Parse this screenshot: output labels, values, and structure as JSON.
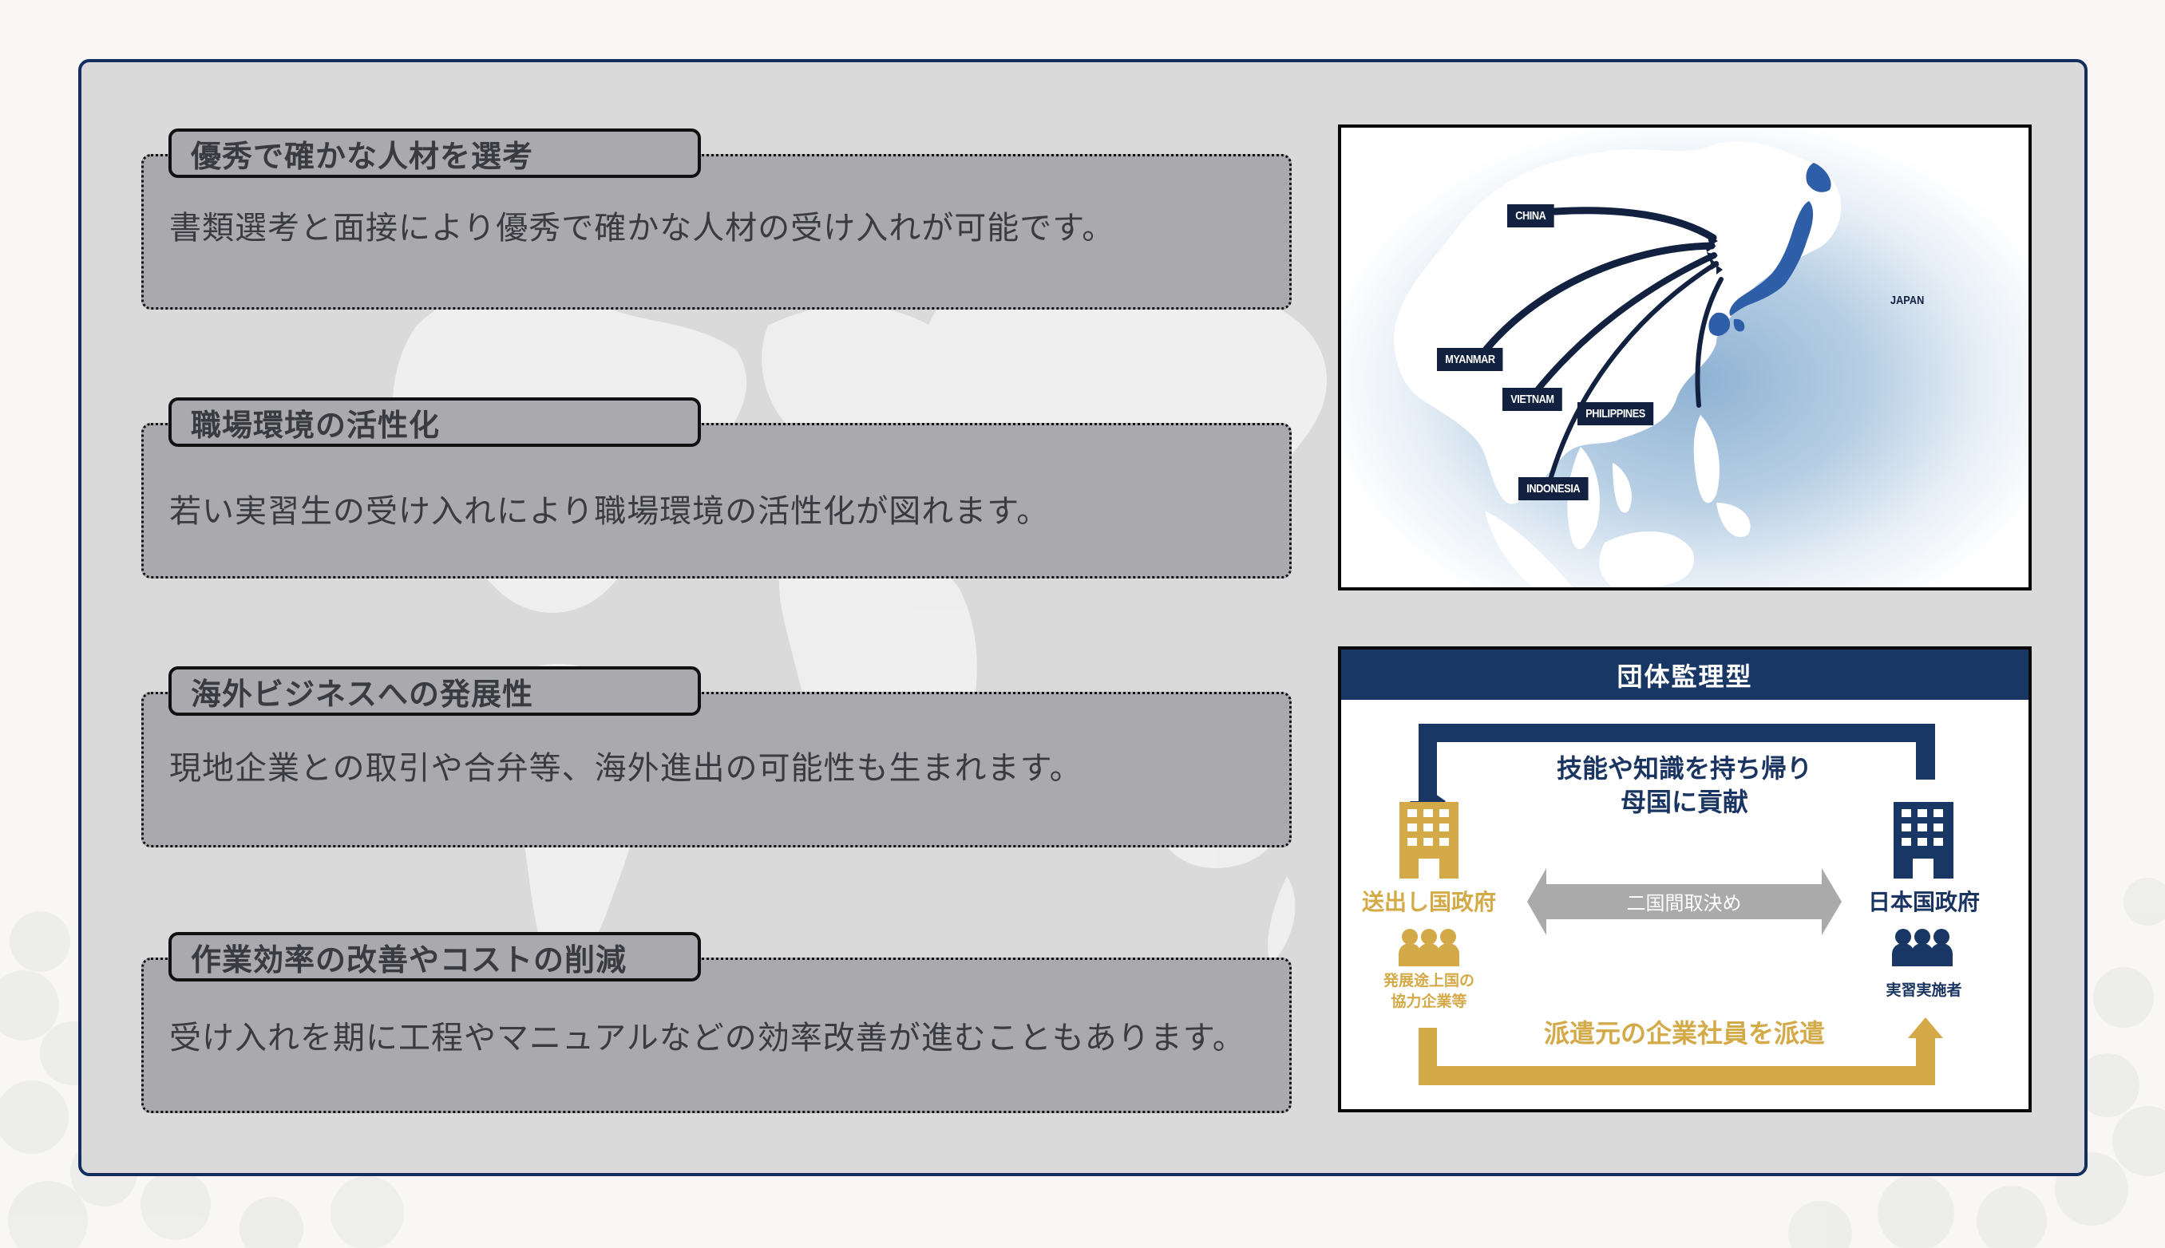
{
  "features": [
    {
      "title": "優秀で確かな人材を選考",
      "description": "書類選考と面接により優秀で確かな人材の受け入れが可能です。"
    },
    {
      "title": "職場環境の活性化",
      "description": "若い実習生の受け入れにより職場環境の活性化が図れます。"
    },
    {
      "title": "海外ビジネスへの発展性",
      "description": "現地企業との取引や合弁等、海外進出の可能性も生まれます。"
    },
    {
      "title": "作業効率の改善やコストの削減",
      "description": "受け入れを期に工程やマニュアルなどの効率改善が進むこともあります。"
    }
  ],
  "map": {
    "destination": "JAPAN",
    "origins": [
      "CHINA",
      "MYANMAR",
      "VIETNAM",
      "PHILIPPINES",
      "INDONESIA"
    ],
    "colors": {
      "japan": "#2f5ea8",
      "label_bg": "#12213f",
      "sea": "#8fb2d4"
    }
  },
  "diagram": {
    "title": "団体監理型",
    "top_message_line1": "技能や知識を持ち帰り",
    "top_message_line2": "母国に貢献",
    "left_org": "送出し国政府",
    "left_sub_line1": "発展途上国の",
    "left_sub_line2": "協力企業等",
    "right_org": "日本国政府",
    "right_sub": "実習実施者",
    "center_arrow_label": "二国間取決め",
    "bottom_message": "派遣元の企業社員を派遣",
    "icons": {
      "left_building": "building-icon",
      "right_building": "building-icon",
      "left_people": "people-icon",
      "right_people": "people-icon"
    },
    "colors": {
      "navy": "#193764",
      "gold": "#d4aa48",
      "gray_arrow": "#aaaaaa"
    }
  }
}
